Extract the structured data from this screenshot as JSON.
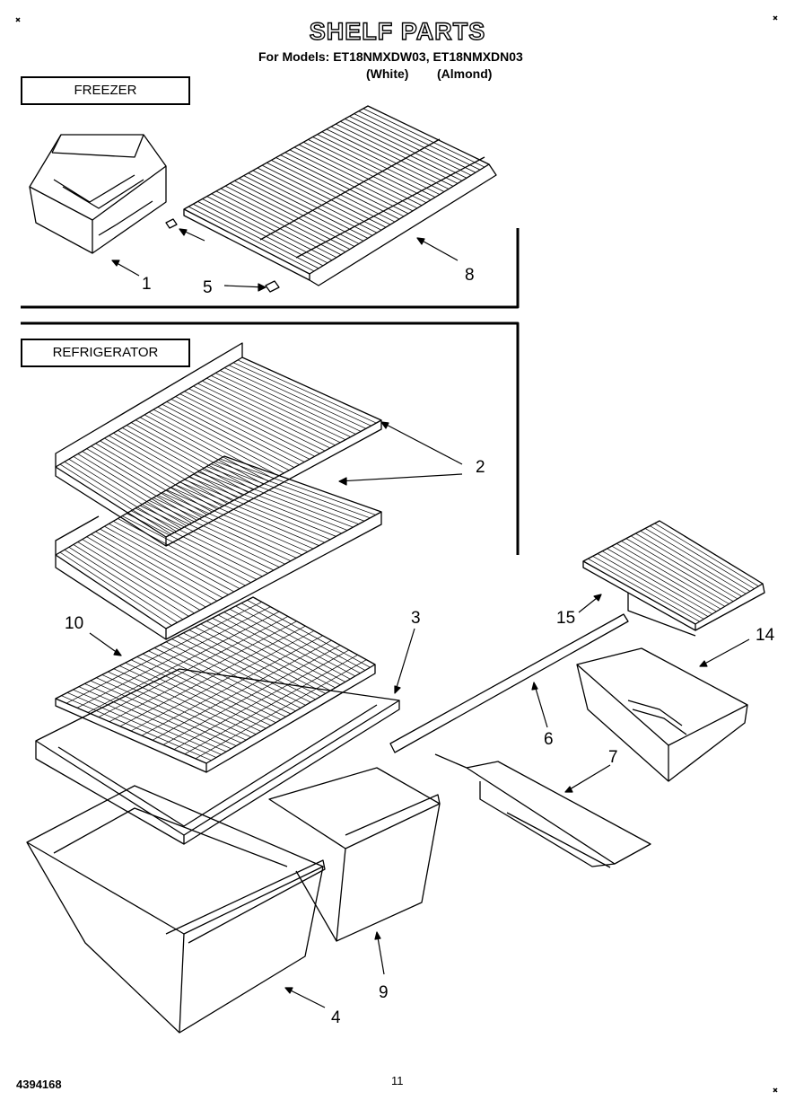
{
  "title": "SHELF PARTS",
  "models_line": "For Models: ET18NMXDW03, ET18NMXDN03",
  "variants": [
    "(White)",
    "(Almond)"
  ],
  "sections": {
    "freezer": "FREEZER",
    "refrigerator": "REFRIGERATOR"
  },
  "callouts": [
    "1",
    "5",
    "8",
    "2",
    "10",
    "3",
    "15",
    "14",
    "6",
    "7",
    "9",
    "4"
  ],
  "footer": {
    "doc_number": "4394168",
    "page_number": "11"
  }
}
